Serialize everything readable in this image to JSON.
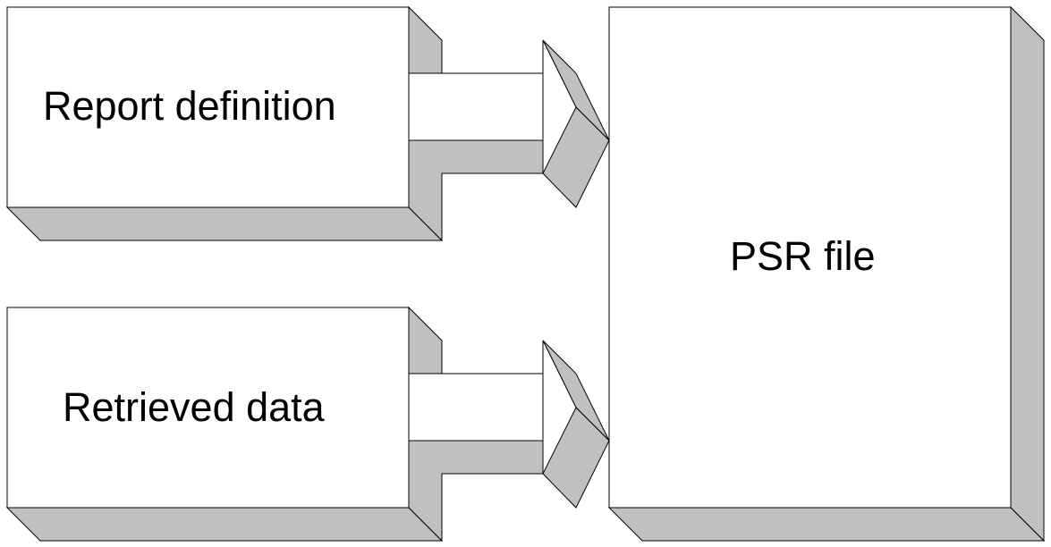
{
  "nodes": {
    "report_definition": {
      "label": "Report definition"
    },
    "retrieved_data": {
      "label": "Retrieved data"
    },
    "psr_file": {
      "label": "PSR file"
    }
  },
  "edges": [
    {
      "from": "report_definition",
      "to": "psr_file"
    },
    {
      "from": "retrieved_data",
      "to": "psr_file"
    }
  ],
  "colors": {
    "front": "#ffffff",
    "shade": "#c0c0c0",
    "outline": "#000000"
  }
}
